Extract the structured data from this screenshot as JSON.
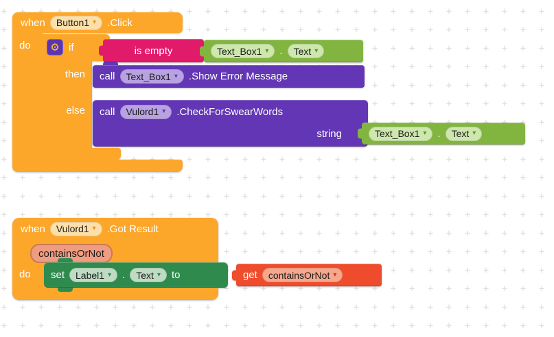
{
  "workspace": {
    "grid_glyph": "+"
  },
  "icons": {
    "gear": "⚙",
    "dropdown": "▾"
  },
  "colors": {
    "event_block_orange": "#FCA62A",
    "text_block_magenta": "#E21A6A",
    "component_call_purple": "#6236B5",
    "getter_green": "#82B440",
    "setter_dark_green": "#2F8A4E",
    "variable_get_red": "#EE4C2C",
    "dropdown_cream": "#FDDFA9",
    "dropdown_light_purple": "#B9A2E2",
    "dropdown_light_green": "#CDE7AD",
    "dropdown_pale_green": "#BFDCC3",
    "dropdown_salmon": "#F7A78C",
    "param_chip_salmon": "#F09C80",
    "grid_gray": "#DCDCDC"
  },
  "group1": {
    "when_label": "when",
    "component": "Button1",
    "event": ".Click",
    "do_label": "do",
    "if_label": "if",
    "then_label": "then",
    "else_label": "else",
    "is_empty_label": "is empty",
    "getter1": {
      "component": "Text_Box1",
      "dot": ".",
      "prop": "Text"
    },
    "call_show_error": {
      "call_label": "call",
      "component": "Text_Box1",
      "method": ".Show Error Message"
    },
    "call_check": {
      "call_label": "call",
      "component": "Vulord1",
      "method": ".CheckForSwearWords",
      "param_label": "string"
    },
    "getter2": {
      "component": "Text_Box1",
      "dot": ".",
      "prop": "Text"
    }
  },
  "group2": {
    "when_label": "when",
    "component": "Vulord1",
    "event": ".Got Result",
    "param": "containsOrNot",
    "do_label": "do",
    "setter": {
      "set_label": "set",
      "component": "Label1",
      "dot": ".",
      "prop": "Text",
      "to_label": "to"
    },
    "get_var": {
      "get_label": "get",
      "var": "containsOrNot"
    }
  }
}
